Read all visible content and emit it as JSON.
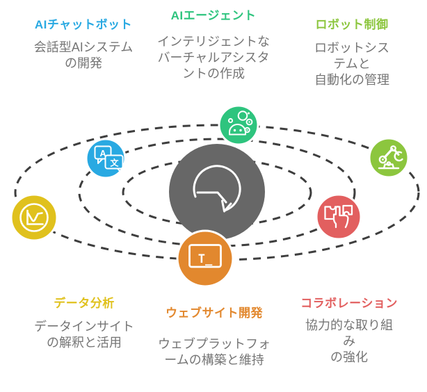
{
  "diagram_title": "AI capabilities orbit diagram",
  "palette": {
    "hub": "#676767",
    "orbit": "#3e3e3e",
    "body_text": "#757575",
    "white": "#ffffff"
  },
  "sections": [
    {
      "id": "ai-chatbot",
      "title": "AIチャットボット",
      "desc": "会話型AIシステム\nの開発",
      "color": "#29a9e2",
      "icon": "translate-icon"
    },
    {
      "id": "ai-agent",
      "title": "AIエージェント",
      "desc": "インテリジェントな\nバーチャルアシスタ\nントの作成",
      "color": "#2ec47e",
      "icon": "ai-agent-robot-head-icon"
    },
    {
      "id": "robot-control",
      "title": "ロボット制御",
      "desc": "ロボットシステムと\n自動化の管理",
      "color": "#8cc63e",
      "icon": "robot-arm-icon"
    },
    {
      "id": "data-analysis",
      "title": "データ分析",
      "desc": "データインサイト\nの解釈と活用",
      "color": "#e0c11d",
      "icon": "line-chart-icon"
    },
    {
      "id": "website-dev",
      "title": "ウェブサイト開発",
      "desc": "ウェブプラットフォ\nームの構築と維持",
      "color": "#e2882e",
      "icon": "web-terminal-icon"
    },
    {
      "id": "collaboration",
      "title": "コラボレーション",
      "desc": "協力的な取り組み\nの強化",
      "color": "#e25f5f",
      "icon": "collaboration-hand-icon"
    }
  ],
  "hub": {
    "icon": "history-clock-icon",
    "color": "#676767"
  },
  "icon_glyphs": {
    "translate_back": "A",
    "translate_front": "文",
    "terminal": "T_"
  }
}
